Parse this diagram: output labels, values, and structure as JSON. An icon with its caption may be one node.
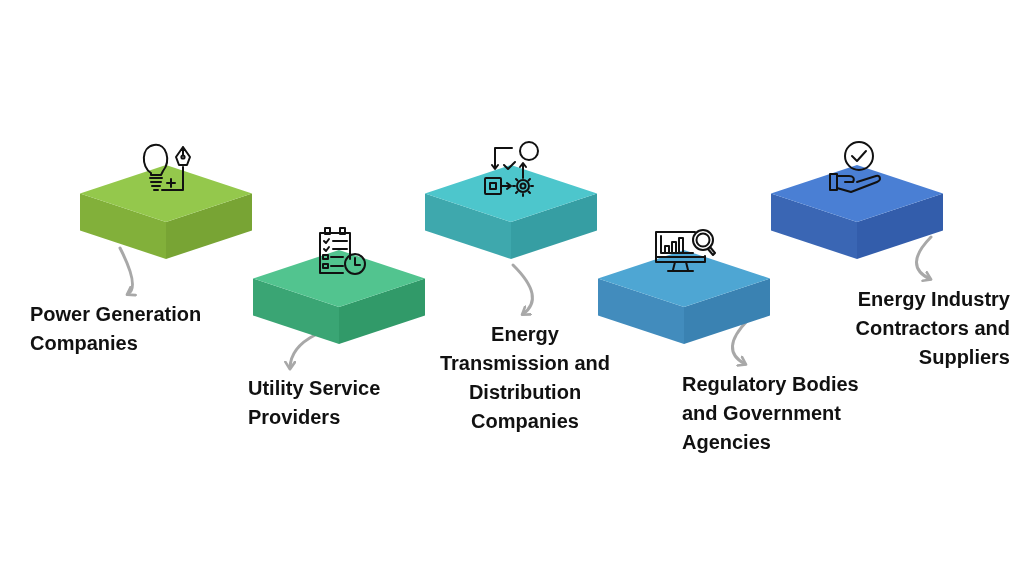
{
  "diagram": {
    "nodes": [
      {
        "text": [],
        "shape": "box"
      },
      {
        "text": [],
        "shape": "box"
      },
      {
        "text": [],
        "shape": "box"
      },
      {
        "text": [],
        "shape": "box"
      },
      {
        "text": [],
        "shape": "box"
      },
      {
        "text": [
          "Power Generation Companies"
        ]
      },
      {
        "text": [
          "Utility Service Providers"
        ]
      },
      {
        "text": [
          "Energy Transmission and Distribution Companies"
        ]
      },
      {
        "text": [
          "Regulatory Bodies and Government Agencies"
        ]
      },
      {
        "text": [
          "Energy Industry Contractors and Suppliers"
        ]
      }
    ],
    "edges": [
      {
        "from": 0,
        "to": 5,
        "arrow": "to"
      },
      {
        "from": 1,
        "to": 6,
        "arrow": "to"
      },
      {
        "from": 2,
        "to": 7,
        "arrow": "to"
      },
      {
        "from": 3,
        "to": 8,
        "arrow": "to"
      },
      {
        "from": 4,
        "to": 9,
        "arrow": "to"
      }
    ]
  }
}
